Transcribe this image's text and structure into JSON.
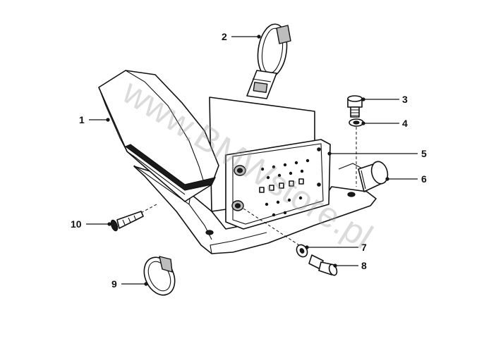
{
  "diagram": {
    "callouts": [
      {
        "id": "1",
        "label": "1"
      },
      {
        "id": "2",
        "label": "2"
      },
      {
        "id": "3",
        "label": "3"
      },
      {
        "id": "4",
        "label": "4"
      },
      {
        "id": "5",
        "label": "5"
      },
      {
        "id": "6",
        "label": "6"
      },
      {
        "id": "7",
        "label": "7"
      },
      {
        "id": "8",
        "label": "8"
      },
      {
        "id": "9",
        "label": "9"
      },
      {
        "id": "10",
        "label": "10"
      }
    ]
  },
  "watermark": {
    "text": "www.BMWstore.pl"
  },
  "colors": {
    "ink": "#111111",
    "background": "#ffffff",
    "watermark": "#9a9a9a"
  }
}
